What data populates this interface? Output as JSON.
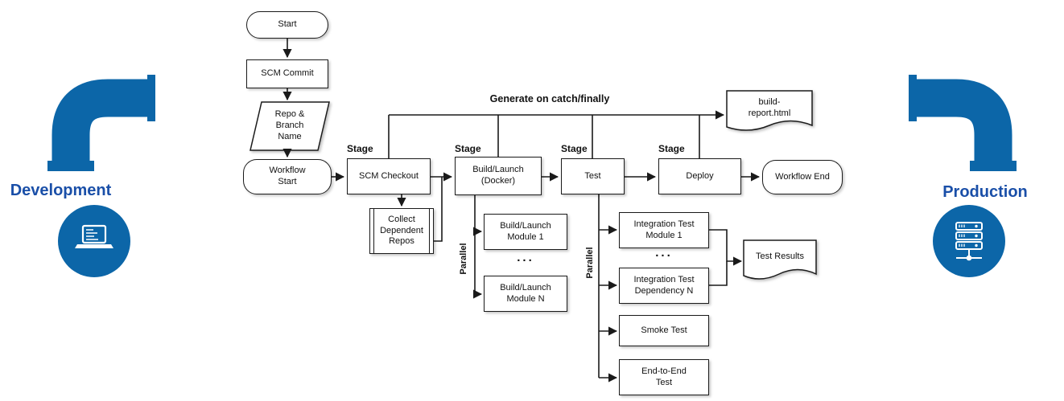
{
  "palette": {
    "pipe_blue": "#0c66a8",
    "label_blue": "#1a4fa8",
    "line_black": "#1a1a1a"
  },
  "development": {
    "label": "Development",
    "icon": "laptop-icon"
  },
  "production": {
    "label": "Production",
    "icon": "server-icon"
  },
  "flowchart": {
    "annotation": "Generate on catch/finally",
    "stages": [
      "Stage",
      "Stage",
      "Stage",
      "Stage"
    ],
    "parallel": [
      "Parallel",
      "Parallel"
    ],
    "ellipsis": "...",
    "nodes": {
      "start": "Start",
      "scm_commit": "SCM Commit",
      "repo_branch": "Repo &\nBranch\nName",
      "workflow_start": "Workflow\nStart",
      "scm_checkout": "SCM Checkout",
      "collect_deps": "Collect\nDependent\nRepos",
      "build_launch": "Build/Launch\n(Docker)",
      "module_1": "Build/Launch\nModule 1",
      "module_n": "Build/Launch\nModule N",
      "test": "Test",
      "integration_1": "Integration Test\nModule 1",
      "integration_n": "Integration Test\nDependency N",
      "smoke_test": "Smoke Test",
      "e2e_test": "End-to-End\nTest",
      "deploy": "Deploy",
      "workflow_end": "Workflow End",
      "build_report": "build-\nreport.html",
      "test_results": "Test Results"
    }
  }
}
